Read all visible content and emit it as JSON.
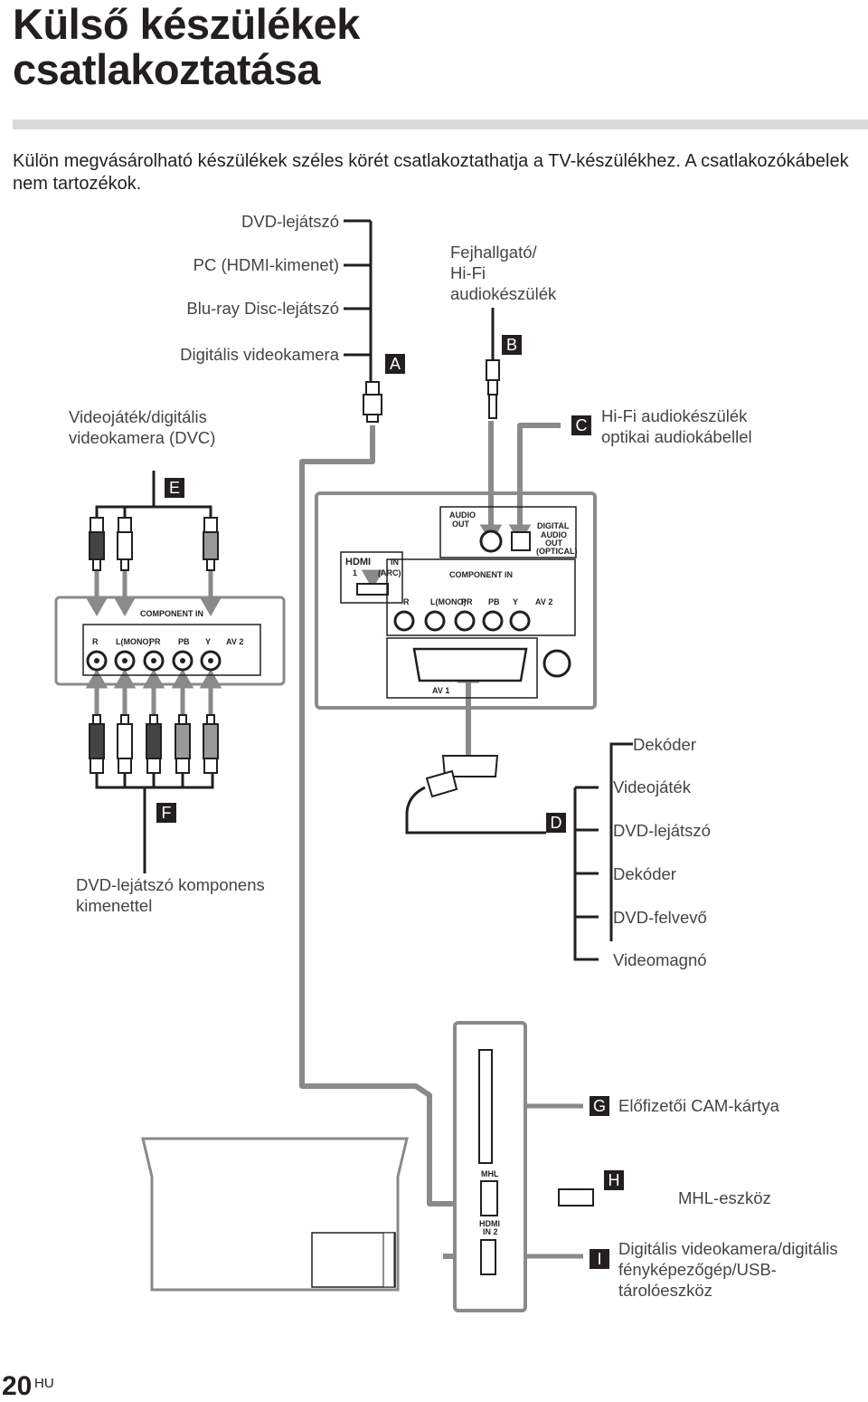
{
  "page": {
    "title_line1": "Külső készülékek",
    "title_line2": "csatlakoztatása",
    "intro": "Külön megvásárolható készülékek széles körét csatlakoztathatja a TV-készülékhez. A csatlakozókábelek nem tartozékok.",
    "page_number": "20",
    "lang": "HU"
  },
  "group_a": {
    "badge": "A",
    "devices": [
      "DVD-lejátszó",
      "PC (HDMI-kimenet)",
      "Blu-ray Disc-lejátszó",
      "Digitális videokamera"
    ]
  },
  "group_b": {
    "badge": "B",
    "line1": "Fejhallgató/",
    "line2": "Hi-Fi",
    "line3": "audiokészülék"
  },
  "group_c": {
    "badge": "C",
    "line1": "Hi-Fi audiokészülék",
    "line2": "optikai audiokábellel"
  },
  "group_d": {
    "badge": "D",
    "devices": [
      "Dekóder",
      "Videojáték",
      "DVD-lejátszó",
      "Dekóder",
      "DVD-felvevő",
      "Videomagnó"
    ]
  },
  "group_e": {
    "badge": "E",
    "line1": "Videojáték/digitális",
    "line2": "videokamera (DVC)"
  },
  "group_f": {
    "badge": "F",
    "line1": "DVD-lejátszó komponens",
    "line2": "kimenettel"
  },
  "group_g": {
    "badge": "G",
    "label": "Előfizetői CAM-kártya"
  },
  "group_h": {
    "badge": "H",
    "label": "MHL-eszköz"
  },
  "group_i": {
    "badge": "I",
    "line1": "Digitális videokamera/digitális",
    "line2": "fényképezőgép/USB-",
    "line3": "tárolóeszköz"
  },
  "panel": {
    "audio_out_1": "AUDIO",
    "audio_out_2": "OUT",
    "digital_1": "DIGITAL",
    "digital_2": "AUDIO",
    "digital_3": "OUT",
    "digital_4": "(OPTICAL)",
    "hdmi_logo": "HDMI",
    "hdmi_in": "IN",
    "hdmi_num": "1",
    "hdmi_arc": "(ARC)",
    "component_in": "COMPONENT IN",
    "r": "R",
    "l_mono": "L(MONO)",
    "pr": "PR",
    "pb": "PB",
    "y": "Y",
    "av2": "AV 2",
    "av1": "AV 1",
    "mhl": "MHL",
    "hdmi_in2_1": "HDMI",
    "hdmi_in2_2": "IN 2"
  }
}
